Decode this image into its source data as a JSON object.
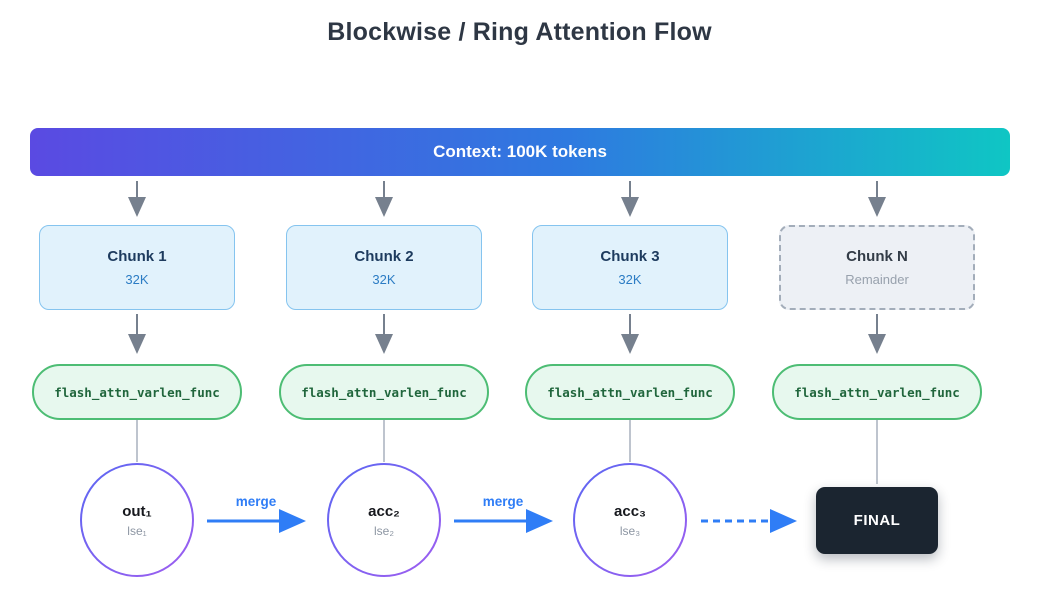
{
  "title": "Blockwise / Ring Attention Flow",
  "banner": {
    "label": "Context: 100K tokens"
  },
  "chunks": [
    {
      "name": "Chunk 1",
      "size": "32K"
    },
    {
      "name": "Chunk 2",
      "size": "32K"
    },
    {
      "name": "Chunk 3",
      "size": "32K"
    },
    {
      "name": "Chunk N",
      "size": "Remainder"
    }
  ],
  "kernel": {
    "label": "flash_attn_varlen_func"
  },
  "accumulators": [
    {
      "main": "out₁",
      "sub": "lse₁"
    },
    {
      "main": "acc₂",
      "sub": "lse₂"
    },
    {
      "main": "acc₃",
      "sub": "lse₃"
    }
  ],
  "merge": {
    "label": "merge"
  },
  "final": {
    "label": "FINAL"
  },
  "colors": {
    "banner_gradient_start": "#5a4ae2",
    "banner_gradient_end": "#0fc6c4",
    "chunk_fill": "#e1f2fc",
    "chunk_border": "#85c4ef",
    "chunk_n_fill": "#edf0f5",
    "chunk_n_border": "#a3adba",
    "kernel_fill": "#e7f8ee",
    "kernel_border": "#4dbd74",
    "kernel_text": "#20663c",
    "circle_border_start": "#5a67f2",
    "circle_border_end": "#a05df0",
    "merge_arrow": "#2f7df6",
    "connector_gray": "#76808e",
    "final_bg": "#1b2530"
  }
}
